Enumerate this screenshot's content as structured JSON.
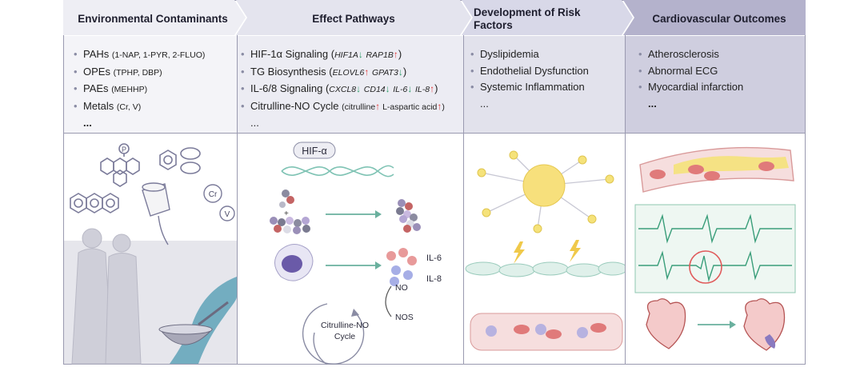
{
  "panels": [
    {
      "title": "Environmental Contaminants",
      "items": [
        {
          "main": "PAHs",
          "detail": "(1-NAP, 1-PYR, 2-FLUO)"
        },
        {
          "main": "OPEs",
          "detail": "(TPHP, DBP)"
        },
        {
          "main": "PAEs",
          "detail": "(MEHHP)"
        },
        {
          "main": "Metals",
          "detail": "(Cr, V)"
        }
      ],
      "more": "..."
    },
    {
      "title": "Effect Pathways",
      "items": [
        {
          "main": "HIF-1α Signaling",
          "genes": [
            "HIF1A",
            "RAP1B"
          ],
          "dirs": [
            "down",
            "up"
          ]
        },
        {
          "main": "TG Biosynthesis",
          "genes": [
            "ELOVL6",
            "GPAT3"
          ],
          "dirs": [
            "up",
            "down"
          ]
        },
        {
          "main": "IL-6/8 Signaling",
          "genes": [
            "CXCL8",
            "CD14",
            "IL-6",
            "IL-8"
          ],
          "dirs": [
            "down",
            "down",
            "down",
            "up"
          ]
        },
        {
          "main": "Citrulline-NO Cycle",
          "genes": [
            "citrulline",
            "L-aspartic acid"
          ],
          "dirs": [
            "up",
            "up"
          ]
        }
      ],
      "more": "..."
    },
    {
      "title": "Development of Risk Factors",
      "items": [
        "Dyslipidemia",
        "Endothelial Dysfunction",
        "Systemic Inflammation"
      ],
      "more": "..."
    },
    {
      "title": "Cardiovascular Outcomes",
      "items": [
        "Atherosclerosis",
        "Abnormal ECG",
        "Myocardial infarction"
      ],
      "more": "..."
    }
  ],
  "illustration_labels": {
    "phosphorus": "P",
    "chromium": "Cr",
    "vanadium": "V",
    "hif": "HIF-α",
    "il6": "IL-6",
    "il8": "IL-8",
    "cycle_line1": "Citrulline-NO",
    "cycle_line2": "Cycle",
    "no": "NO",
    "nos": "NOS"
  },
  "colors": {
    "header_1": "#eeeef4",
    "header_2": "#e4e4ee",
    "header_3": "#d8d8e8",
    "header_4": "#b4b2cc",
    "up": "#e23a3a",
    "down": "#2e9e6a",
    "vessel": "#f6dede",
    "rbc": "#e07a7a",
    "lipid": "#f5e27a"
  }
}
